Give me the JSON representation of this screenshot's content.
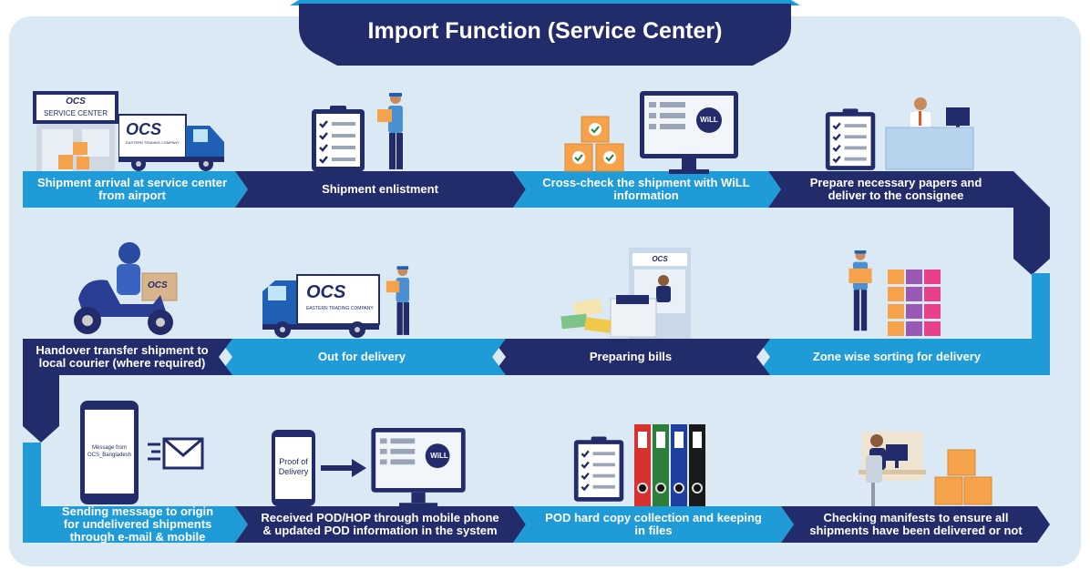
{
  "title": "Import Function (Service Center)",
  "colors": {
    "dark_navy": "#232c6a",
    "light_blue": "#1f9bd7",
    "panel_bg": "#dbe9f4",
    "orange": "#f5a24b",
    "green": "#2d7d3b"
  },
  "icons": [
    "service-center-building-icon",
    "delivery-truck-icon",
    "checklist-clipboard-icon",
    "worker-with-box-icon",
    "checked-boxes-icon",
    "monitor-will-icon",
    "office-desk-worker-icon",
    "scooter-courier-icon",
    "truck-with-worker-icon",
    "cashier-counter-icon",
    "warehouse-shelves-icon",
    "mobile-message-icon",
    "email-envelope-icon",
    "phone-proof-of-delivery-icon",
    "monitor-will-icon",
    "file-binders-icon",
    "desk-worker-with-boxes-icon"
  ],
  "illustrations": {
    "service_center_sign": "SERVICE CENTER",
    "ocs_logo": "OCS",
    "ocs_tagline": "EASTERN TRADING COMPANY",
    "will_badge": "WiLL",
    "phone_message": "Message from OCS_Bangladesh",
    "proof_of_delivery": "Proof of Delivery"
  },
  "steps": [
    {
      "label": "Shipment arrival at service center from airport"
    },
    {
      "label": "Shipment enlistment"
    },
    {
      "label": "Cross-check the shipment with WiLL information"
    },
    {
      "label": "Prepare necessary papers and deliver to the consignee"
    },
    {
      "label": "Zone wise sorting for delivery"
    },
    {
      "label": "Preparing bills"
    },
    {
      "label": "Out for delivery"
    },
    {
      "label": "Handover transfer shipment to local courier (where required)"
    },
    {
      "label": "Sending message to origin for undelivered shipments through e-mail & mobile"
    },
    {
      "label": "Received POD/HOP through mobile phone & updated POD information in the system"
    },
    {
      "label": "POD hard copy collection and keeping in files"
    },
    {
      "label": "Checking manifests to ensure all shipments have been delivered or not"
    }
  ]
}
